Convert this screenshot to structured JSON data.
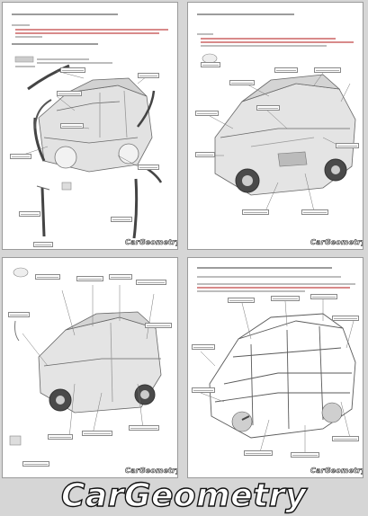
{
  "panels": {
    "p1": {
      "watermark": "CarGeometry"
    },
    "p2": {
      "watermark": "CarGeometry"
    },
    "p3": {
      "watermark": "CarGeometry"
    },
    "p4": {
      "watermark": "CarGeometry"
    }
  },
  "logo": {
    "text": "CarGeometry"
  }
}
